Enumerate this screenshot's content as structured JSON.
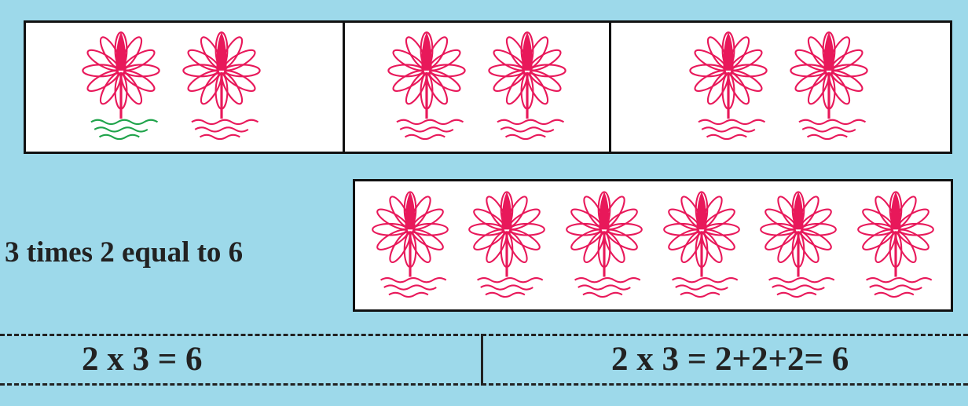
{
  "colors": {
    "background": "#9dd9ea",
    "flower": "#e8185a",
    "highlight_water": "#1fa34a",
    "border": "#111111"
  },
  "groups": [
    {
      "flowers": 2,
      "first_water_highlighted": true
    },
    {
      "flowers": 2,
      "first_water_highlighted": false
    },
    {
      "flowers": 2,
      "first_water_highlighted": false
    }
  ],
  "result": {
    "flowers": 6
  },
  "statement": "3 times 2 equal to 6",
  "equations": {
    "left": "2  x  3 = 6",
    "right": "2  x  3 = 2+2+2= 6"
  },
  "icon": "lotus-flower-icon"
}
